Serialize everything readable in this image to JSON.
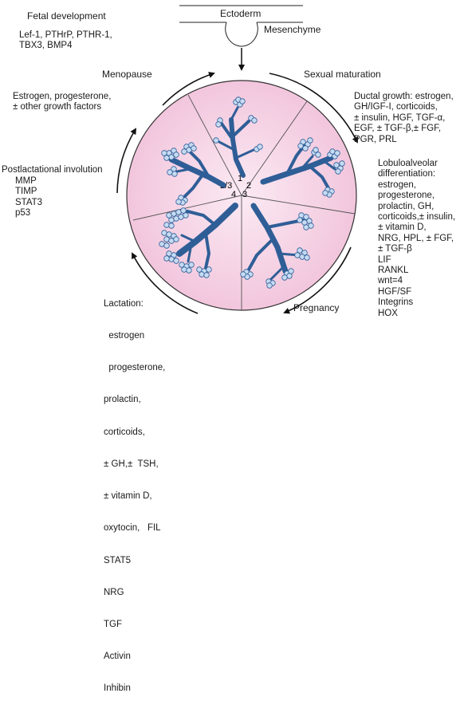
{
  "diagram": {
    "tissue": {
      "ectoderm": "Ectoderm",
      "mesenchyme": "Mesenchyme"
    },
    "stage_labels": [
      "Menopause",
      "Sexual maturation",
      "Pregnancy"
    ],
    "sector_numbers": [
      "1",
      "2",
      "2/3",
      "3",
      "4"
    ],
    "fetal_development": {
      "title": "Fetal development",
      "factors": [
        "Lef-1, PTHrP, PTHR-1,",
        "TBX3, BMP4"
      ]
    },
    "menopause_factors": [
      "Estrogen,  progesterone,",
      "± other growth factors"
    ],
    "ductal_growth": [
      "Ductal growth: estrogen,",
      "GH/IGF-I, corticoids,",
      "± insulin, HGF, TGF-α,",
      "EGF, ± TGF-β,± FGF,",
      "PGR, PRL"
    ],
    "lobuloalveolar": [
      "Lobuloalveolar",
      "differentiation:",
      "estrogen,",
      "progesterone,",
      "prolactin, GH,",
      "corticoids,± insulin,",
      "± vitamin D,",
      "NRG, HPL, ± FGF,",
      "± TGF-β",
      "LIF",
      "RANKL",
      "wnt=4",
      "HGF/SF",
      "Integrins",
      "HOX"
    ],
    "involution": {
      "title": "Postlactational involution",
      "factors": [
        "MMP",
        "TIMP",
        "STAT3",
        "p53"
      ]
    },
    "lactation": [
      "Lactation:",
      "  estrogen",
      "  progesterone,",
      "prolactin,",
      "corticoids,",
      "± GH,±  TSH,",
      "± vitamin D,",
      "oxytocin,   FIL",
      "STAT5",
      "NRG",
      "TGF",
      "Activin",
      "Inhibin"
    ]
  }
}
